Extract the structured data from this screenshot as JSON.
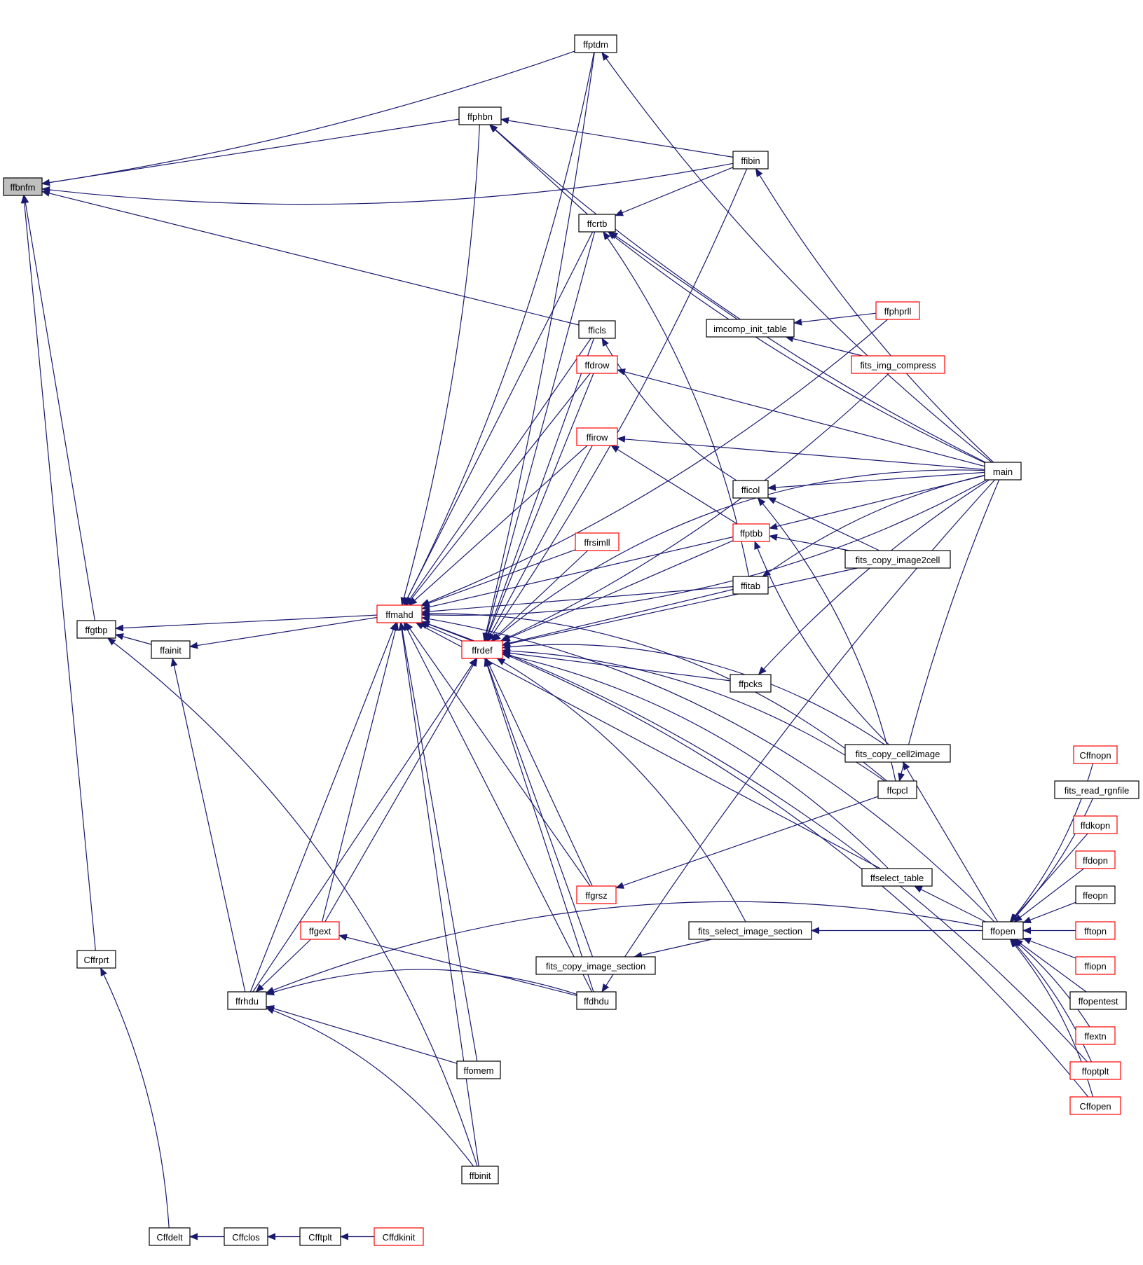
{
  "colors": {
    "edge": "#191970",
    "node_border": "#000000",
    "node_border_undocumented": "#ff0000",
    "root_fill": "#bfbfbf",
    "node_fill": "#ffffff"
  },
  "root": "ffbnfm",
  "nodes": [
    {
      "id": "ffbnfm",
      "label": "ffbnfm",
      "style": "root"
    },
    {
      "id": "ffgtbp",
      "label": "ffgtbp",
      "style": "normal"
    },
    {
      "id": "Cffrprt",
      "label": "Cffrprt",
      "style": "normal"
    },
    {
      "id": "ffptdm",
      "label": "ffptdm",
      "style": "normal"
    },
    {
      "id": "ffphbn",
      "label": "ffphbn",
      "style": "normal"
    },
    {
      "id": "ffibin",
      "label": "ffibin",
      "style": "normal"
    },
    {
      "id": "ffcrtb",
      "label": "ffcrtb",
      "style": "normal"
    },
    {
      "id": "fficls",
      "label": "fficls",
      "style": "normal"
    },
    {
      "id": "ffdrow",
      "label": "ffdrow",
      "style": "red"
    },
    {
      "id": "ffirow",
      "label": "ffirow",
      "style": "red"
    },
    {
      "id": "ffrsimll",
      "label": "ffrsimll",
      "style": "red"
    },
    {
      "id": "ffmahd",
      "label": "ffmahd",
      "style": "red"
    },
    {
      "id": "ffrdef",
      "label": "ffrdef",
      "style": "red"
    },
    {
      "id": "ffainit",
      "label": "ffainit",
      "style": "normal"
    },
    {
      "id": "imcomp_init_table",
      "label": "imcomp_init_table",
      "style": "normal"
    },
    {
      "id": "ffphprll",
      "label": "ffphprll",
      "style": "red"
    },
    {
      "id": "fits_img_compress",
      "label": "fits_img_compress",
      "style": "red"
    },
    {
      "id": "main",
      "label": "main",
      "style": "normal"
    },
    {
      "id": "fficol",
      "label": "fficol",
      "style": "normal"
    },
    {
      "id": "ffptbb",
      "label": "ffptbb",
      "style": "red"
    },
    {
      "id": "fits_copy_image2cell",
      "label": "fits_copy_image2cell",
      "style": "normal"
    },
    {
      "id": "ffitab",
      "label": "ffitab",
      "style": "normal"
    },
    {
      "id": "ffpcks",
      "label": "ffpcks",
      "style": "normal"
    },
    {
      "id": "fits_copy_cell2image",
      "label": "fits_copy_cell2image",
      "style": "normal"
    },
    {
      "id": "ffcpcl",
      "label": "ffcpcl",
      "style": "normal"
    },
    {
      "id": "ffselect_table",
      "label": "ffselect_table",
      "style": "normal"
    },
    {
      "id": "ffgrsz",
      "label": "ffgrsz",
      "style": "red"
    },
    {
      "id": "ffgext",
      "label": "ffgext",
      "style": "red"
    },
    {
      "id": "fits_select_image_section",
      "label": "fits_select_image_section",
      "style": "normal"
    },
    {
      "id": "fits_copy_image_section",
      "label": "fits_copy_image_section",
      "style": "normal"
    },
    {
      "id": "ffopen",
      "label": "ffopen",
      "style": "normal"
    },
    {
      "id": "ffrhdu",
      "label": "ffrhdu",
      "style": "normal"
    },
    {
      "id": "ffdhdu",
      "label": "ffdhdu",
      "style": "normal"
    },
    {
      "id": "ffomem",
      "label": "ffomem",
      "style": "normal"
    },
    {
      "id": "ffbinit",
      "label": "ffbinit",
      "style": "normal"
    },
    {
      "id": "Cffdelt",
      "label": "Cffdelt",
      "style": "normal"
    },
    {
      "id": "Cffclos",
      "label": "Cffclos",
      "style": "normal"
    },
    {
      "id": "Cfftplt",
      "label": "Cfftplt",
      "style": "normal"
    },
    {
      "id": "Cffdkinit",
      "label": "Cffdkinit",
      "style": "red"
    },
    {
      "id": "Cffnopn",
      "label": "Cffnopn",
      "style": "red"
    },
    {
      "id": "fits_read_rgnfile",
      "label": "fits_read_rgnfile",
      "style": "normal"
    },
    {
      "id": "ffdkopn",
      "label": "ffdkopn",
      "style": "red"
    },
    {
      "id": "ffdopn",
      "label": "ffdopn",
      "style": "red"
    },
    {
      "id": "ffeopn",
      "label": "ffeopn",
      "style": "normal"
    },
    {
      "id": "fftopn",
      "label": "fftopn",
      "style": "red"
    },
    {
      "id": "ffiopn",
      "label": "ffiopn",
      "style": "red"
    },
    {
      "id": "ffopentest",
      "label": "ffopentest",
      "style": "normal"
    },
    {
      "id": "ffextn",
      "label": "ffextn",
      "style": "red"
    },
    {
      "id": "ffoptplt",
      "label": "ffoptplt",
      "style": "red"
    },
    {
      "id": "Cffopen",
      "label": "Cffopen",
      "style": "red"
    }
  ],
  "edges": [
    [
      "ffbnfm",
      "ffgtbp"
    ],
    [
      "ffbnfm",
      "Cffrprt"
    ],
    [
      "ffbnfm",
      "ffptdm"
    ],
    [
      "ffbnfm",
      "ffphbn"
    ],
    [
      "ffbnfm",
      "ffibin"
    ],
    [
      "ffbnfm",
      "fficls"
    ],
    [
      "ffgtbp",
      "ffainit"
    ],
    [
      "ffgtbp",
      "ffmahd"
    ],
    [
      "ffgtbp",
      "ffbinit"
    ],
    [
      "ffainit",
      "ffmahd"
    ],
    [
      "ffainit",
      "ffrhdu"
    ],
    [
      "Cffrprt",
      "Cffdelt"
    ],
    [
      "Cffdelt",
      "Cffclos"
    ],
    [
      "Cffclos",
      "Cfftplt"
    ],
    [
      "Cfftplt",
      "Cffdkinit"
    ],
    [
      "ffptdm",
      "main"
    ],
    [
      "ffphbn",
      "ffibin"
    ],
    [
      "ffphbn",
      "ffcrtb"
    ],
    [
      "ffphbn",
      "main"
    ],
    [
      "ffibin",
      "main"
    ],
    [
      "ffcrtb",
      "ffibin"
    ],
    [
      "ffcrtb",
      "main"
    ],
    [
      "ffcrtb",
      "imcomp_init_table"
    ],
    [
      "ffcrtb",
      "ffitab"
    ],
    [
      "imcomp_init_table",
      "ffphprll"
    ],
    [
      "imcomp_init_table",
      "fits_img_compress"
    ],
    [
      "fficls",
      "fficol"
    ],
    [
      "ffdrow",
      "main"
    ],
    [
      "ffirow",
      "main"
    ],
    [
      "ffirow",
      "ffptbb"
    ],
    [
      "fficol",
      "main"
    ],
    [
      "fficol",
      "fits_copy_image2cell"
    ],
    [
      "fficol",
      "ffcpcl"
    ],
    [
      "ffptbb",
      "main"
    ],
    [
      "ffptbb",
      "fits_copy_image2cell"
    ],
    [
      "ffptbb",
      "fits_copy_cell2image"
    ],
    [
      "ffitab",
      "main"
    ],
    [
      "ffpcks",
      "main"
    ],
    [
      "ffcpcl",
      "main"
    ],
    [
      "fits_copy_cell2image",
      "ffopen"
    ],
    [
      "ffselect_table",
      "ffopen"
    ],
    [
      "fits_select_image_section",
      "ffopen"
    ],
    [
      "fits_copy_image_section",
      "fits_select_image_section"
    ],
    [
      "ffgrsz",
      "ffcpcl"
    ],
    [
      "ffgext",
      "ffdhdu"
    ],
    [
      "ffdhdu",
      "main"
    ],
    [
      "ffmahd",
      "ffptdm"
    ],
    [
      "ffmahd",
      "ffphbn"
    ],
    [
      "ffmahd",
      "ffcrtb"
    ],
    [
      "ffmahd",
      "fficls"
    ],
    [
      "ffmahd",
      "ffdrow"
    ],
    [
      "ffmahd",
      "ffirow"
    ],
    [
      "ffmahd",
      "ffrsimll"
    ],
    [
      "ffmahd",
      "ffptbb"
    ],
    [
      "ffmahd",
      "ffitab"
    ],
    [
      "ffmahd",
      "main"
    ],
    [
      "ffmahd",
      "ffphprll"
    ],
    [
      "ffmahd",
      "ffrdef"
    ],
    [
      "ffmahd",
      "ffgext"
    ],
    [
      "ffmahd",
      "ffrhdu"
    ],
    [
      "ffmahd",
      "ffgrsz"
    ],
    [
      "ffmahd",
      "ffcpcl"
    ],
    [
      "ffmahd",
      "ffdhdu"
    ],
    [
      "ffmahd",
      "ffomem"
    ],
    [
      "ffmahd",
      "ffbinit"
    ],
    [
      "ffmahd",
      "ffopen"
    ],
    [
      "ffmahd",
      "ffoptplt"
    ],
    [
      "ffmahd",
      "Cffopen"
    ],
    [
      "ffmahd",
      "ffselect_table"
    ],
    [
      "ffrdef",
      "ffptdm"
    ],
    [
      "ffrdef",
      "ffcrtb"
    ],
    [
      "ffrdef",
      "ffibin"
    ],
    [
      "ffrdef",
      "fficls"
    ],
    [
      "ffrdef",
      "ffdrow"
    ],
    [
      "ffrdef",
      "ffirow"
    ],
    [
      "ffrdef",
      "ffrsimll"
    ],
    [
      "ffrdef",
      "ffptbb"
    ],
    [
      "ffrdef",
      "ffitab"
    ],
    [
      "ffrdef",
      "ffpcks"
    ],
    [
      "ffrdef",
      "fits_copy_image2cell"
    ],
    [
      "ffrdef",
      "fits_img_compress"
    ],
    [
      "ffrdef",
      "main"
    ],
    [
      "ffrdef",
      "fits_copy_cell2image"
    ],
    [
      "ffrdef",
      "ffcpcl"
    ],
    [
      "ffrdef",
      "ffselect_table"
    ],
    [
      "ffrdef",
      "ffgrsz"
    ],
    [
      "ffrdef",
      "fits_select_image_section"
    ],
    [
      "ffrdef",
      "fits_copy_image_section"
    ],
    [
      "ffrdef",
      "ffdhdu"
    ],
    [
      "ffrdef",
      "ffgext"
    ],
    [
      "ffrdef",
      "ffrhdu"
    ],
    [
      "ffrhdu",
      "ffgext"
    ],
    [
      "ffrhdu",
      "ffomem"
    ],
    [
      "ffrhdu",
      "ffdhdu"
    ],
    [
      "ffrhdu",
      "ffbinit"
    ],
    [
      "ffrhdu",
      "ffopen"
    ],
    [
      "ffopen",
      "Cffnopn"
    ],
    [
      "ffopen",
      "fits_read_rgnfile"
    ],
    [
      "ffopen",
      "ffdkopn"
    ],
    [
      "ffopen",
      "ffdopn"
    ],
    [
      "ffopen",
      "ffeopn"
    ],
    [
      "ffopen",
      "fftopn"
    ],
    [
      "ffopen",
      "ffiopn"
    ],
    [
      "ffopen",
      "ffopentest"
    ],
    [
      "ffopen",
      "ffextn"
    ],
    [
      "ffopen",
      "ffoptplt"
    ],
    [
      "ffopen",
      "Cffopen"
    ]
  ]
}
